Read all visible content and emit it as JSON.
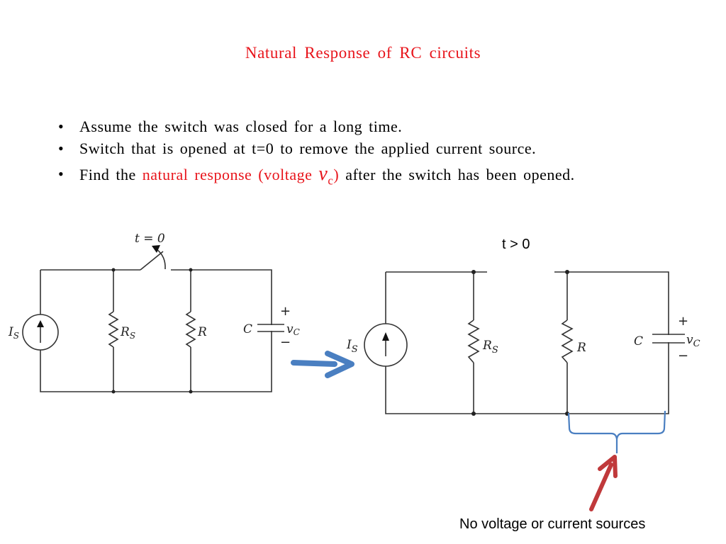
{
  "slide": {
    "title": "Natural Response of RC circuits",
    "bullets": [
      {
        "text": "Assume the switch was closed for a long time."
      },
      {
        "text": "Switch that is opened at t=0 to remove the applied current source."
      },
      {
        "prefix": "Find the ",
        "highlight": "natural response (voltage ",
        "var_main": "v",
        "var_sub": "c",
        "highlight_close": ")",
        "suffix": " after the switch has been opened."
      }
    ],
    "bullet_glyph": "•",
    "colors": {
      "title": "#e8141b",
      "highlight": "#e8141b",
      "transition_arrow": "#4a7fc1",
      "brace": "#4a7fc1",
      "callout_arrow": "#c0393b",
      "wire": "#333333"
    }
  },
  "circuit_before": {
    "switch_label": "t = 0",
    "source_label": "I",
    "source_sub": "S",
    "rs_label": "R",
    "rs_sub": "S",
    "r_label": "R",
    "c_label": "C",
    "vc_label": "v",
    "vc_sub": "C",
    "plus": "+",
    "minus": "−"
  },
  "circuit_after": {
    "time_label": "t > 0",
    "source_label": "I",
    "source_sub": "S",
    "rs_label": "R",
    "rs_sub": "S",
    "r_label": "R",
    "c_label": "C",
    "vc_label": "v",
    "vc_sub": "C",
    "plus": "+",
    "minus": "−"
  },
  "annotation": {
    "callout_text": "No voltage or current sources"
  }
}
